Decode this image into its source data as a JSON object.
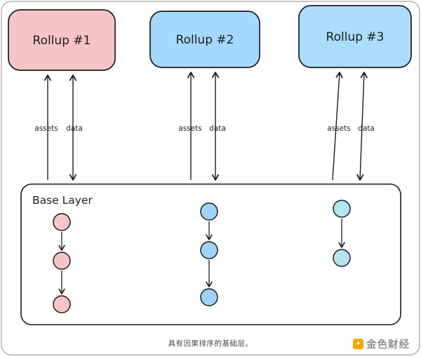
{
  "diagram": {
    "rollups": [
      {
        "label": "Rollup #1",
        "fill": "#f7c4c7"
      },
      {
        "label": "Rollup #2",
        "fill": "#a5d8ff"
      },
      {
        "label": "Rollup #3",
        "fill": "#a9ddfb"
      }
    ],
    "labels": {
      "assets": "assets",
      "data": "data"
    },
    "base_layer": {
      "label": "Base Layer"
    },
    "nodes": {
      "pink_fill": "#f7c4c7",
      "blue_fill": "#9fd4fa",
      "cyan_fill": "#b2e4f2"
    },
    "stroke": "#1c1c1c"
  },
  "caption": "具有因果排序的基础层。",
  "watermark": {
    "brand": "金色财经",
    "icon_glyph": "✦",
    "icon_color": "#f7a600"
  }
}
